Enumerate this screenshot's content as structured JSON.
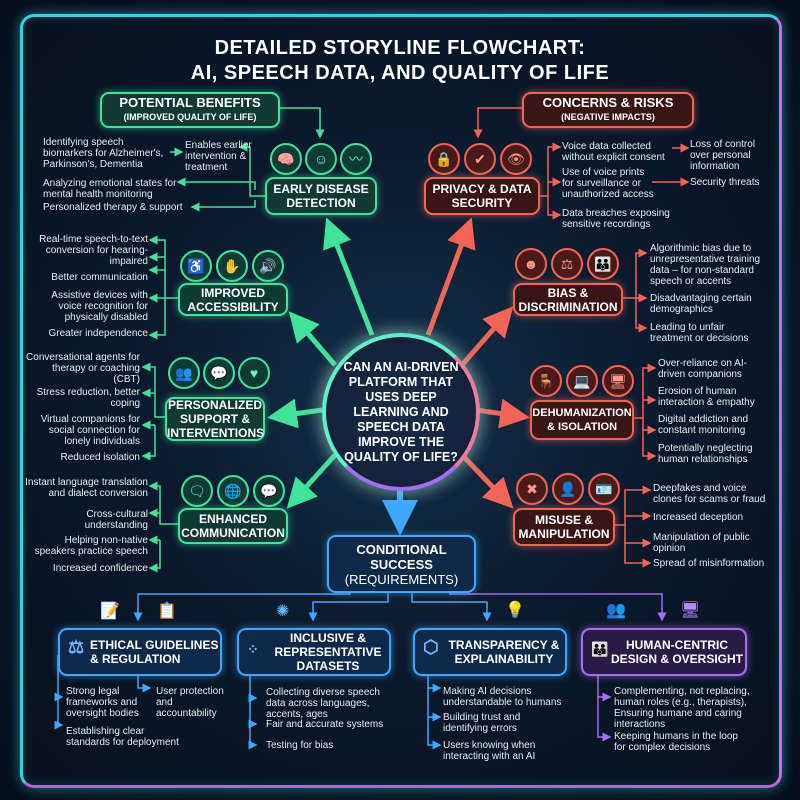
{
  "title": {
    "line1": "DETAILED STORYLINE FLOWCHART:",
    "line2": "AI, SPEECH DATA, AND QUALITY OF LIFE"
  },
  "center_question": "CAN AN AI-DRIVEN PLATFORM THAT USES DEEP LEARNING AND SPEECH DATA IMPROVE THE QUALITY OF LIFE?",
  "benefits": {
    "title": "POTENTIAL BENEFITS",
    "subtitle": "(IMPROVED QUALITY OF LIFE)",
    "color": "#3fe39a",
    "early_detection": {
      "label": "EARLY DISEASE DETECTION",
      "icons": [
        "brain-icon",
        "head-brain-icon",
        "sound-wave-icon"
      ],
      "items": [
        "Identifying speech biomarkers for Alzheimer's, Parkinson's, Dementia",
        "Analyzing emotional states for mental health monitoring",
        "Personalized therapy & support"
      ],
      "outcome": "Enables earlier intervention & treatment"
    },
    "accessibility": {
      "label": "IMPROVED ACCESSIBILITY",
      "icons": [
        "wheelchair-icon",
        "hands-icon",
        "speaker-icon"
      ],
      "items": [
        "Real-time speech-to-text conversion for hearing-impaired",
        "Better communication",
        "Assistive devices with voice recognition for physically disabled",
        "Greater independence"
      ]
    },
    "support": {
      "label": "PERSONALIZED SUPPORT & INTERVENTIONS",
      "icons": [
        "therapy-session-icon",
        "people-chat-icon",
        "heart-pulse-icon"
      ],
      "items": [
        "Conversational agents for therapy or coaching (CBT)",
        "Stress reduction, better coping",
        "Virtual companions for social connection for lonely individuals",
        "Reduced isolation"
      ]
    },
    "communication": {
      "label": "ENHANCED COMMUNICATION",
      "icons": [
        "translate-chat-icon",
        "globe-icon",
        "speech-bubbles-icon"
      ],
      "items": [
        "Instant language translation and dialect conversion",
        "Cross-cultural understanding",
        "Helping non-native speakers practice speech",
        "Increased confidence"
      ]
    }
  },
  "risks": {
    "title": "CONCERNS & RISKS",
    "subtitle": "(NEGATIVE IMPACTS)",
    "color": "#f0645a",
    "privacy": {
      "label": "PRIVACY & DATA SECURITY",
      "icons": [
        "lock-icon",
        "shield-check-icon",
        "eye-icon"
      ],
      "items": [
        "Voice data collected without explicit consent",
        "Use of voice prints for surveillance or unauthorized access",
        "Data breaches exposing sensitive recordings"
      ],
      "outcomes": [
        "Loss of control over personal information",
        "Security threats"
      ]
    },
    "bias": {
      "label": "BIAS & DISCRIMINATION",
      "icons": [
        "faces-icon",
        "scales-icon",
        "group-faces-icon"
      ],
      "items": [
        "Algorithmic bias due to unrepresentative training data – for non-standard speech or accents",
        "Disadvantaging certain demographics",
        "Leading to unfair treatment or decisions"
      ]
    },
    "dehumanization": {
      "label": "DEHUMANIZATION & ISOLATION",
      "icons": [
        "empty-chair-icon",
        "person-screen-icon",
        "video-call-icon"
      ],
      "items": [
        "Over-reliance on AI-driven companions",
        "Erosion of human interaction & empathy",
        "Digital addiction and constant monitoring",
        "Potentially neglecting human relationships"
      ]
    },
    "misuse": {
      "label": "MISUSE & MANIPULATION",
      "icons": [
        "crossed-tools-icon",
        "hacker-icon",
        "id-card-icon"
      ],
      "items": [
        "Deepfakes and voice clones for scams or fraud",
        "Increased deception",
        "Manipulation of public opinion",
        "Spread of misinformation"
      ]
    }
  },
  "conditional": {
    "title": "CONDITIONAL SUCCESS",
    "subtitle": "(REQUIREMENTS)",
    "color": "#3ea8ff",
    "ethical": {
      "label": "ETHICAL GUIDELINES & REGULATION",
      "icons": [
        "document-pen-icon",
        "clipboard-icon",
        "gavel-icon"
      ],
      "items": [
        "Strong legal frameworks and oversight bodies",
        "Establishing clear standards for deployment"
      ],
      "side_item": "User protection and accountability"
    },
    "inclusive": {
      "label": "INCLUSIVE & REPRESENTATIVE DATASETS",
      "icons": [
        "network-icon",
        "data-grid-icon"
      ],
      "items": [
        "Collecting diverse speech data across languages, accents, ages",
        "Fair and accurate systems",
        "Testing for bias"
      ]
    },
    "transparency": {
      "label": "TRANSPARENCY & EXPLAINABILITY",
      "icons": [
        "lightbulb-icon",
        "open-box-icon"
      ],
      "items": [
        "Making AI decisions understandable to humans",
        "Building trust and identifying errors",
        "Users knowing when interacting with an AI"
      ]
    },
    "human_centric": {
      "label": "HUMAN-CENTRIC DESIGN & OVERSIGHT",
      "color": "#a56df0",
      "icons": [
        "people-meeting-icon",
        "doctor-monitor-icon",
        "team-icon"
      ],
      "items": [
        "Complementing, not replacing, human roles (e.g., therapists), Ensuring humane and caring interactions",
        "Keeping humans in the loop for complex decisions"
      ]
    }
  }
}
